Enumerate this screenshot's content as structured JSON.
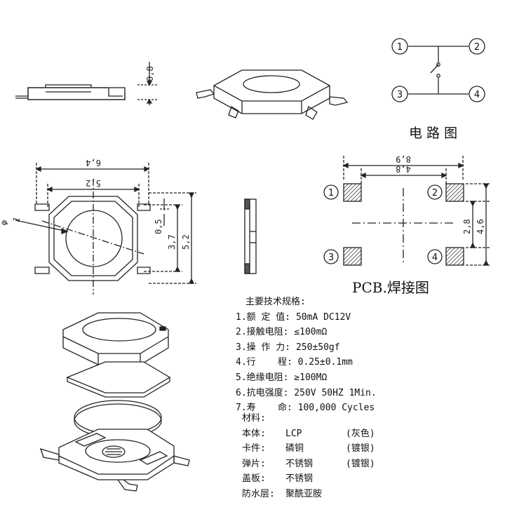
{
  "dims": {
    "height_08": "0,8",
    "width_64": "6,4",
    "width_52": "5,2",
    "dia_1": "1",
    "h_05": "0,5",
    "h_37": "3,7",
    "h_52": "5,2"
  },
  "circuit": {
    "pins": [
      "1",
      "2",
      "3",
      "4"
    ],
    "title": "电 路 图"
  },
  "pcb": {
    "outer": "8,9",
    "inner": "4,8",
    "v_28": "2,8",
    "v_46": "4,6",
    "pads": [
      "1",
      "2",
      "3",
      "4"
    ],
    "title": "PCB.焊接图"
  },
  "specs": {
    "heading": "主要技术规格:",
    "items": [
      "1.额 定 值: 50mA DC12V",
      "2.接触电阻: ≤100mΩ",
      "3.操 作 力: 250±50gf",
      "4.行    程: 0.25±0.1mm",
      "5.绝缘电阻: ≥100MΩ",
      "6.抗电强度: 250V 50HZ 1Min.",
      "7.寿    命: 100,000 Cycles"
    ]
  },
  "materials": {
    "heading": "材料:",
    "rows": [
      {
        "name": "本体:",
        "value": "LCP",
        "note": "(灰色)"
      },
      {
        "name": "卡件:",
        "value": "磷铜",
        "note": "(镀银)"
      },
      {
        "name": "弹片:",
        "value": "不锈钢",
        "note": "(镀银)"
      },
      {
        "name": "盖板:",
        "value": "不锈钢",
        "note": ""
      },
      {
        "name": "防水层:",
        "value": "聚酰亚胺",
        "note": ""
      }
    ]
  }
}
